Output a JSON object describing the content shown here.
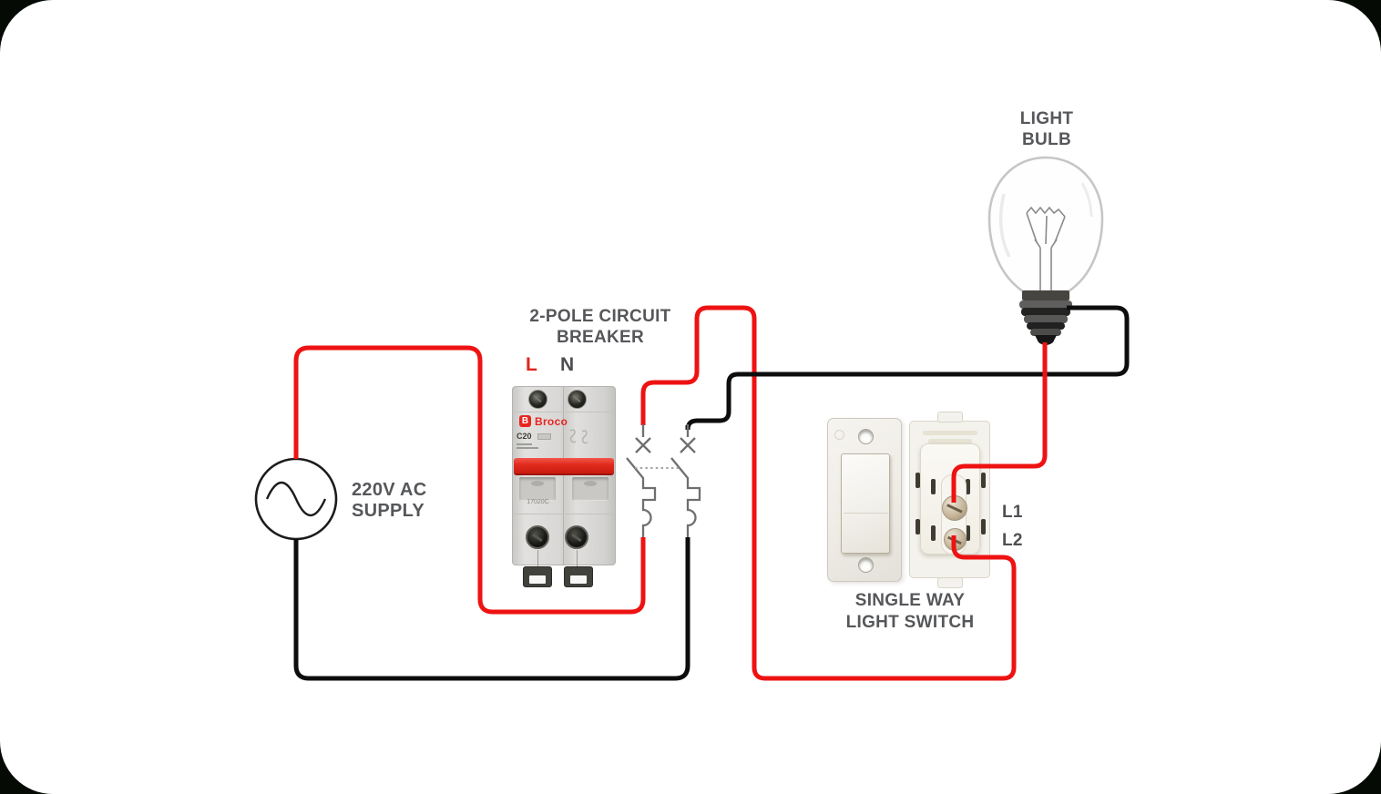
{
  "ac_supply": {
    "line1": "220V AC",
    "line2": "SUPPLY"
  },
  "breaker": {
    "title_line1": "2-POLE CIRCUIT",
    "title_line2": "BREAKER",
    "live_label": "L",
    "neutral_label": "N",
    "photo": {
      "brand_initial": "B",
      "brand": "Broco",
      "model": "C20",
      "code": "17020C"
    }
  },
  "bulb": {
    "title_line1": "LIGHT",
    "title_line2": "BULB"
  },
  "switch": {
    "title_line1": "SINGLE WAY",
    "title_line2": "LIGHT SWITCH",
    "terminal1": "L1",
    "terminal2": "L2"
  },
  "colors": {
    "live_wire": "#ee1212",
    "neutral_wire": "#0d0d0d",
    "label_text": "#56575a",
    "live_label_red": "#e1251c",
    "schematic_gray": "#6f6f6f",
    "toggle_red": "#dd2417",
    "logo_red": "#e8251f",
    "frame_background": "#050a05"
  }
}
